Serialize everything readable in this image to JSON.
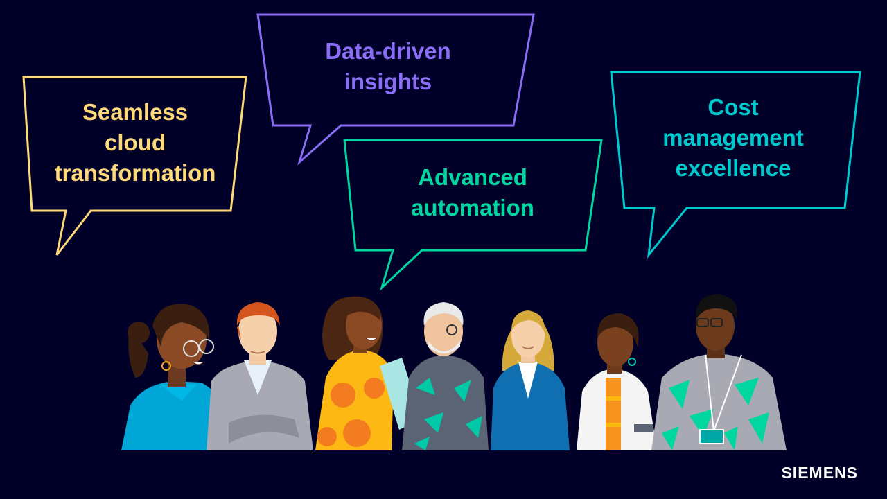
{
  "colors": {
    "background": "#000028",
    "yellow": "#FFD877",
    "purple": "#8A6DF5",
    "teal": "#00D7A0",
    "cyan": "#00C9CE",
    "logo": "#FFFFFF"
  },
  "bubbles": [
    {
      "id": "cloud",
      "lines": [
        "Seamless",
        "cloud",
        "transformation"
      ]
    },
    {
      "id": "insights",
      "lines": [
        "Data-driven",
        "insights"
      ]
    },
    {
      "id": "automation",
      "lines": [
        "Advanced",
        "automation"
      ]
    },
    {
      "id": "cost",
      "lines": [
        "Cost",
        "management",
        "excellence"
      ]
    }
  ],
  "people": [
    {
      "name": "woman with curly hair, hoop earrings and round glasses"
    },
    {
      "name": "red-haired man in grey suit, arms crossed"
    },
    {
      "name": "woman in yellow dress holding papers"
    },
    {
      "name": "grey-haired bearded man in leaf shirt"
    },
    {
      "name": "blonde woman in blue blazer"
    },
    {
      "name": "man in white jacket with orange shirt"
    },
    {
      "name": "man with glasses and lanyard in patterned sweater"
    }
  ],
  "brand": {
    "logo_text": "SIEMENS"
  }
}
